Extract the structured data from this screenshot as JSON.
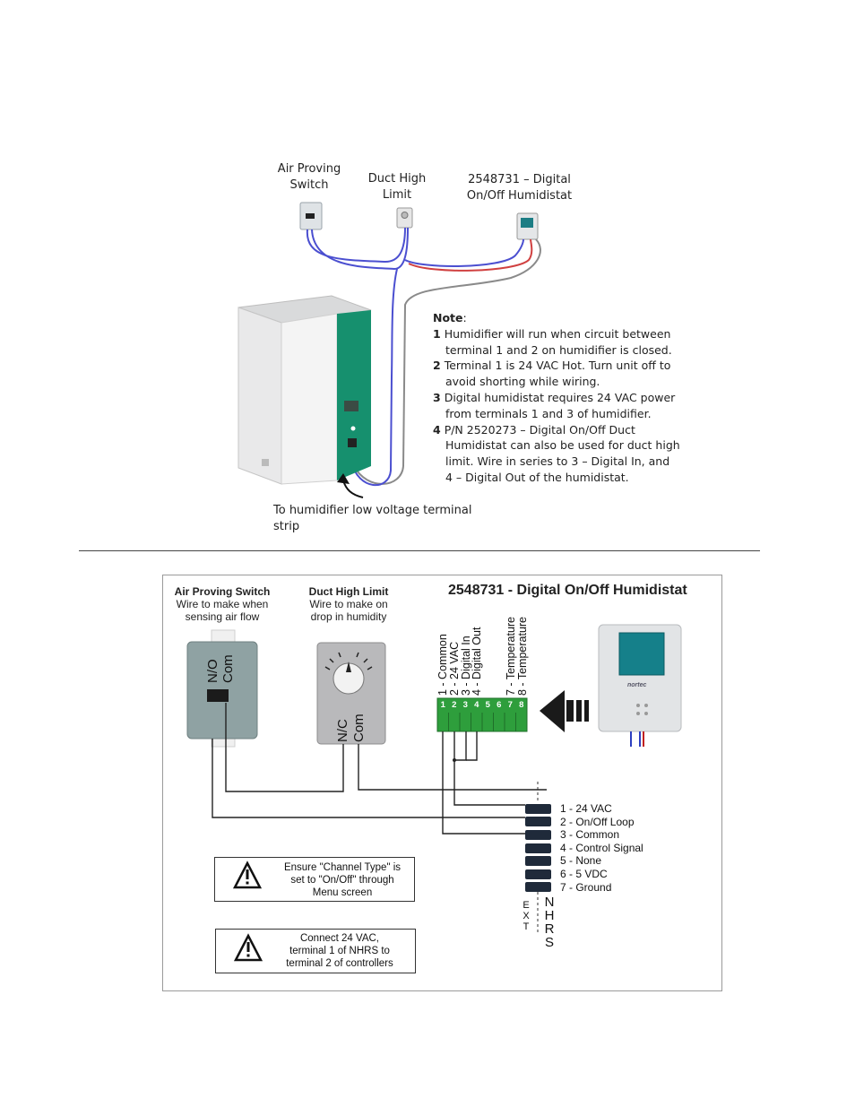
{
  "top_diagram": {
    "labels": {
      "air_proving_switch": [
        "Air Proving",
        "Switch"
      ],
      "duct_high_limit": [
        "Duct High",
        "Limit"
      ],
      "humidistat": [
        "2548731 – Digital",
        "On/Off Humidistat"
      ],
      "terminal_strip": "To humidifier low voltage terminal strip"
    },
    "note": {
      "heading": "Note",
      "items": [
        {
          "num": "1",
          "line1": "Humidifier will run when circuit between",
          "line2": "terminal 1 and 2 on humidifier is closed."
        },
        {
          "num": "2",
          "line1": "Terminal  1 is 24 VAC Hot.  Turn unit off to",
          "line2": "avoid shorting while wiring."
        },
        {
          "num": "3",
          "line1": "Digital humidistat requires 24 VAC power",
          "line2": "from terminals 1 and 3 of humidifier."
        },
        {
          "num": "4",
          "line1": "P/N 2520273 – Digital On/Off Duct",
          "line2": "Humidistat can also be used for duct high",
          "line3": "limit.   Wire in series to 3 – Digital In, and",
          "line4": "4 – Digital Out of the humidistat."
        }
      ]
    }
  },
  "bottom_diagram": {
    "title": "2548731 - Digital On/Off Humidistat",
    "air_proving": {
      "heading": "Air Proving Switch",
      "sub": [
        "Wire to make when",
        "sensing air flow"
      ],
      "contacts": [
        "N/O",
        "Com"
      ]
    },
    "duct_high_limit": {
      "heading": "Duct High Limit",
      "sub": [
        "Wire to make on",
        "drop in humidity"
      ],
      "contacts": [
        "N/C",
        "Com"
      ]
    },
    "humidistat_terminals": [
      "1 - Common",
      "2 - 24 VAC",
      "3 - Digital In",
      "4 - Digital Out",
      "7 - Temperature",
      "8 - Temperature"
    ],
    "terminal_numbers": [
      "1",
      "2",
      "3",
      "4",
      "5",
      "6",
      "7",
      "8"
    ],
    "humidistat_brand": "nortec",
    "nhrs_terminals": [
      "1 - 24 VAC",
      "2 - On/Off Loop",
      "3 - Common",
      "4 - Control Signal",
      "5 - None",
      "6 - 5 VDC",
      "7 - Ground"
    ],
    "ext_label": "EXT",
    "nhrs_label": "NHRS",
    "warnings": [
      {
        "lines": [
          "Ensure \"Channel Type\" is",
          "set to \"On/Off\" through",
          "Menu screen"
        ]
      },
      {
        "lines": [
          "Connect 24 VAC,",
          "terminal 1 of NHRS to",
          "terminal 2 of controllers"
        ]
      }
    ]
  },
  "colors": {
    "humidifier_green": "#16906e",
    "terminal_green": "#2e9e3c",
    "wire_blue": "#4b4fd0",
    "wire_gray": "#8a8a8a",
    "arrow": "#1a1a1a"
  }
}
